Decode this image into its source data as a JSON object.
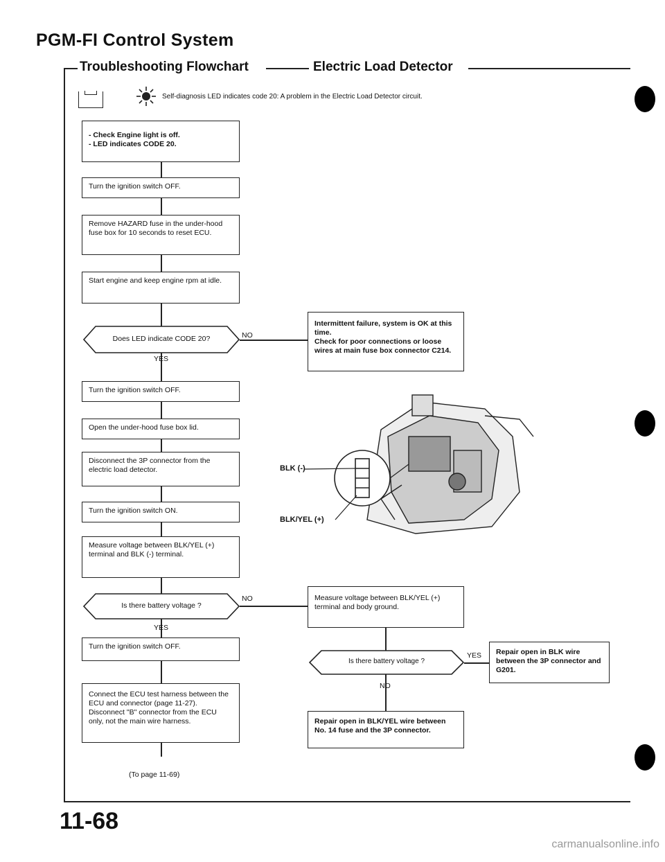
{
  "header": {
    "title": "PGM-FI Control System",
    "section": "Troubleshooting Flowchart",
    "subsection": "Electric Load Detector"
  },
  "intro": {
    "text": "Self-diagnosis LED indicates code 20: A problem in the Electric Load Detector circuit."
  },
  "flow": {
    "step1": "- Check Engine light is off.\n- LED indicates CODE 20.",
    "step2": "Turn the ignition switch OFF.",
    "step3": "Remove HAZARD fuse in the under-hood fuse box for 10 seconds to reset ECU.",
    "step4": "Start engine and keep engine rpm at idle.",
    "decision1": "Does LED indicate CODE 20?",
    "decision1_no": "Intermittent failure, system is OK at this time.\nCheck for poor connections or loose wires at main fuse box connector C214.",
    "step5": "Turn the ignition switch OFF.",
    "step6": "Open the under-hood fuse box lid.",
    "step7": "Disconnect the 3P connector from the electric load detector.",
    "step8": "Turn the ignition switch ON.",
    "step9": "Measure voltage between BLK/YEL (+) terminal and BLK (-) terminal.",
    "decision2": "Is there battery voltage ?",
    "decision2_no": "Measure voltage between BLK/YEL (+) terminal and body ground.",
    "decision3": "Is there battery voltage ?",
    "decision3_yes": "Repair open in BLK wire between the 3P connector and G201.",
    "decision3_no": "Repair open in BLK/YEL wire between No. 14 fuse and the 3P connector.",
    "step10": "Turn the ignition switch OFF.",
    "step11": "Connect the ECU test harness between the ECU and connector (page 11-27). Disconnect \"B\" connector from the ECU only, not the main wire harness.",
    "to_page": "(To page 11-69)"
  },
  "labels": {
    "yes": "YES",
    "no": "NO",
    "blk": "BLK (-)",
    "blk_yel": "BLK/YEL (+)"
  },
  "footer": {
    "page_number": "11-68",
    "watermark": "carmanualsonline.info"
  }
}
